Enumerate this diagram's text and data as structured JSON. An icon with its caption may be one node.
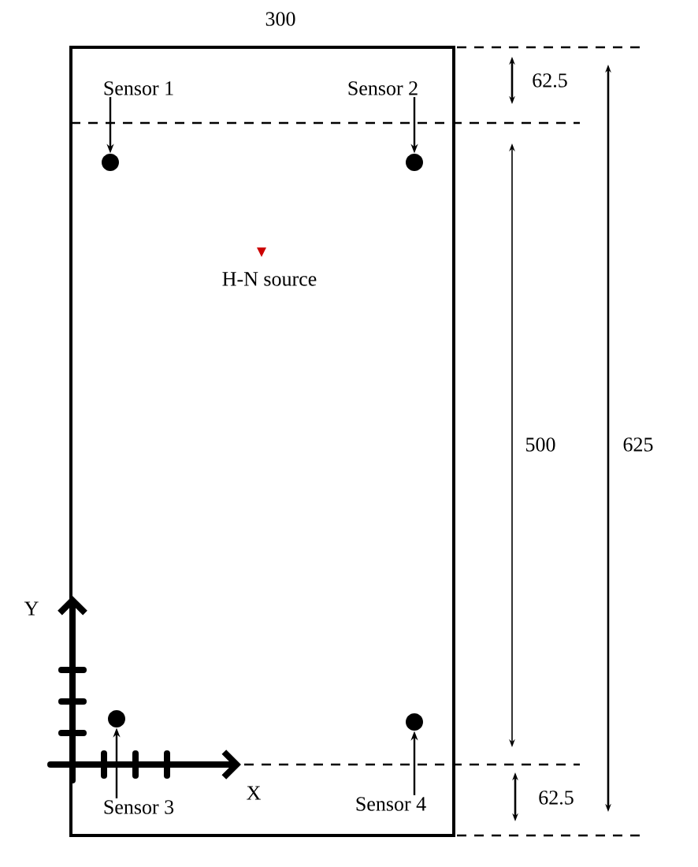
{
  "diagram": {
    "nodes": [
      {
        "text": [
          "Sensor 1"
        ]
      },
      {
        "text": [],
        "shape": "circle"
      },
      {
        "text": [
          "Sensor 2"
        ]
      },
      {
        "text": [],
        "shape": "circle"
      },
      {
        "text": [
          "Sensor 3"
        ]
      },
      {
        "text": [],
        "shape": "circle"
      },
      {
        "text": [
          "Sensor 4"
        ]
      },
      {
        "text": [],
        "shape": "circle"
      },
      {
        "text": [
          "H-N source"
        ]
      }
    ],
    "edges": [
      {
        "from": 0,
        "to": 1,
        "arrow": "to"
      },
      {
        "from": 2,
        "to": 3,
        "arrow": "to"
      },
      {
        "from": 4,
        "to": 5,
        "arrow": "to"
      },
      {
        "from": 6,
        "to": 7,
        "arrow": "to"
      }
    ],
    "labels": [
      "300",
      "62.5",
      "500",
      "625",
      "62.5",
      "Y",
      "X"
    ]
  }
}
